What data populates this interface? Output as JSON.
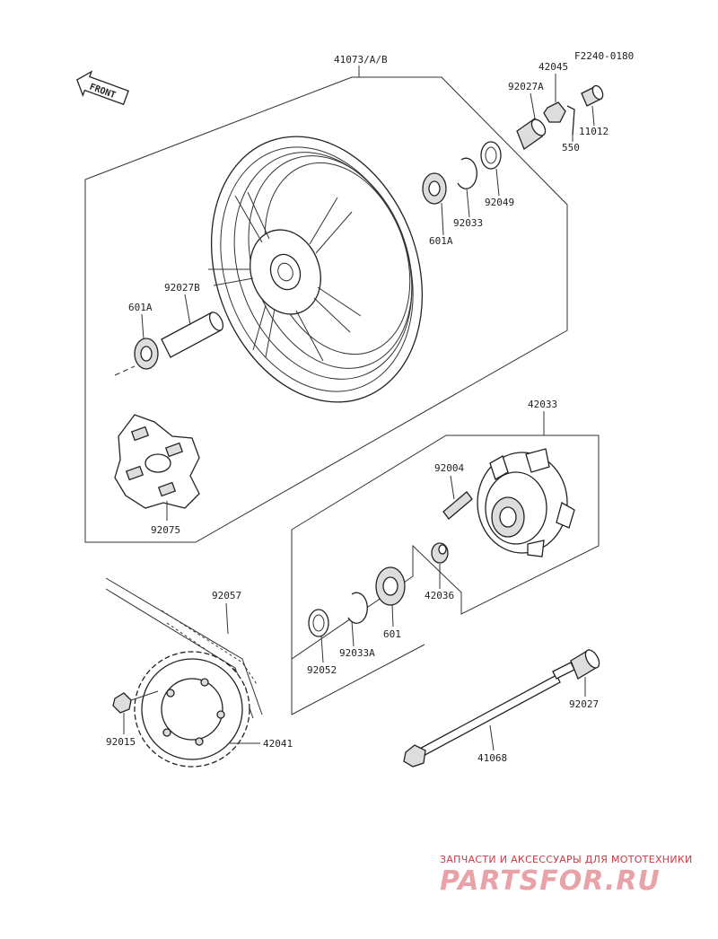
{
  "diagram": {
    "figure_code": "F2240-0180",
    "front_label": "FRONT",
    "parts": {
      "p41073": "41073/A/B",
      "p42045": "42045",
      "p92027A": "92027A",
      "p11012": "11012",
      "p550": "550",
      "p92049": "92049",
      "p92033": "92033",
      "p601A_top": "601A",
      "p92027B": "92027B",
      "p601A_left": "601A",
      "p92075": "92075",
      "p42033": "42033",
      "p92004": "92004",
      "p42036": "42036",
      "p601": "601",
      "p92033A": "92033A",
      "p92052": "92052",
      "p92057": "92057",
      "p92015": "92015",
      "p42041": "42041",
      "p92027": "92027",
      "p41068": "41068"
    }
  },
  "watermark": {
    "tagline": "ЗАПЧАСТИ И АКСЕССУАРЫ ДЛЯ МОТОТЕХНИКИ",
    "logo": "PARTSFOR.RU",
    "color": "#c73a45"
  }
}
